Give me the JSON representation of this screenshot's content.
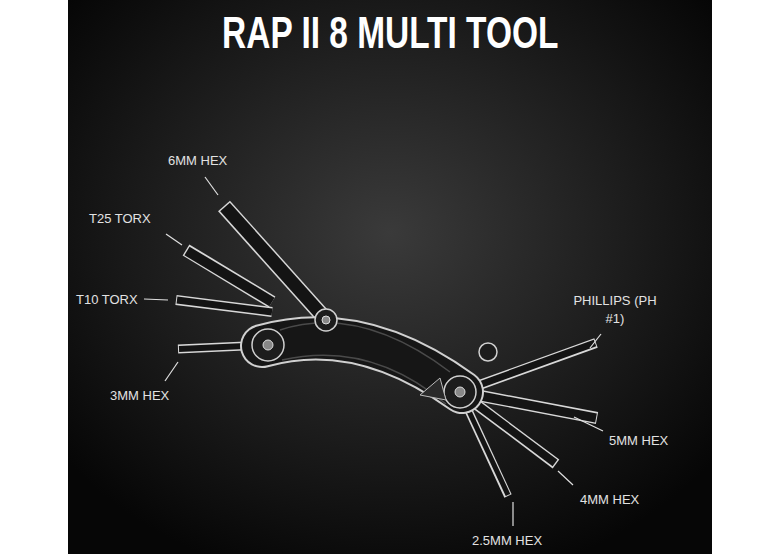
{
  "diagram": {
    "title": "RAP II 8 MULTI TOOL",
    "labels": [
      "6MM HEX",
      "T25 TORX",
      "T10 TORX",
      "3MM HEX",
      "PHILLIPS (PH #1)",
      "5MM HEX",
      "4MM HEX",
      "2.5MM HEX"
    ]
  }
}
